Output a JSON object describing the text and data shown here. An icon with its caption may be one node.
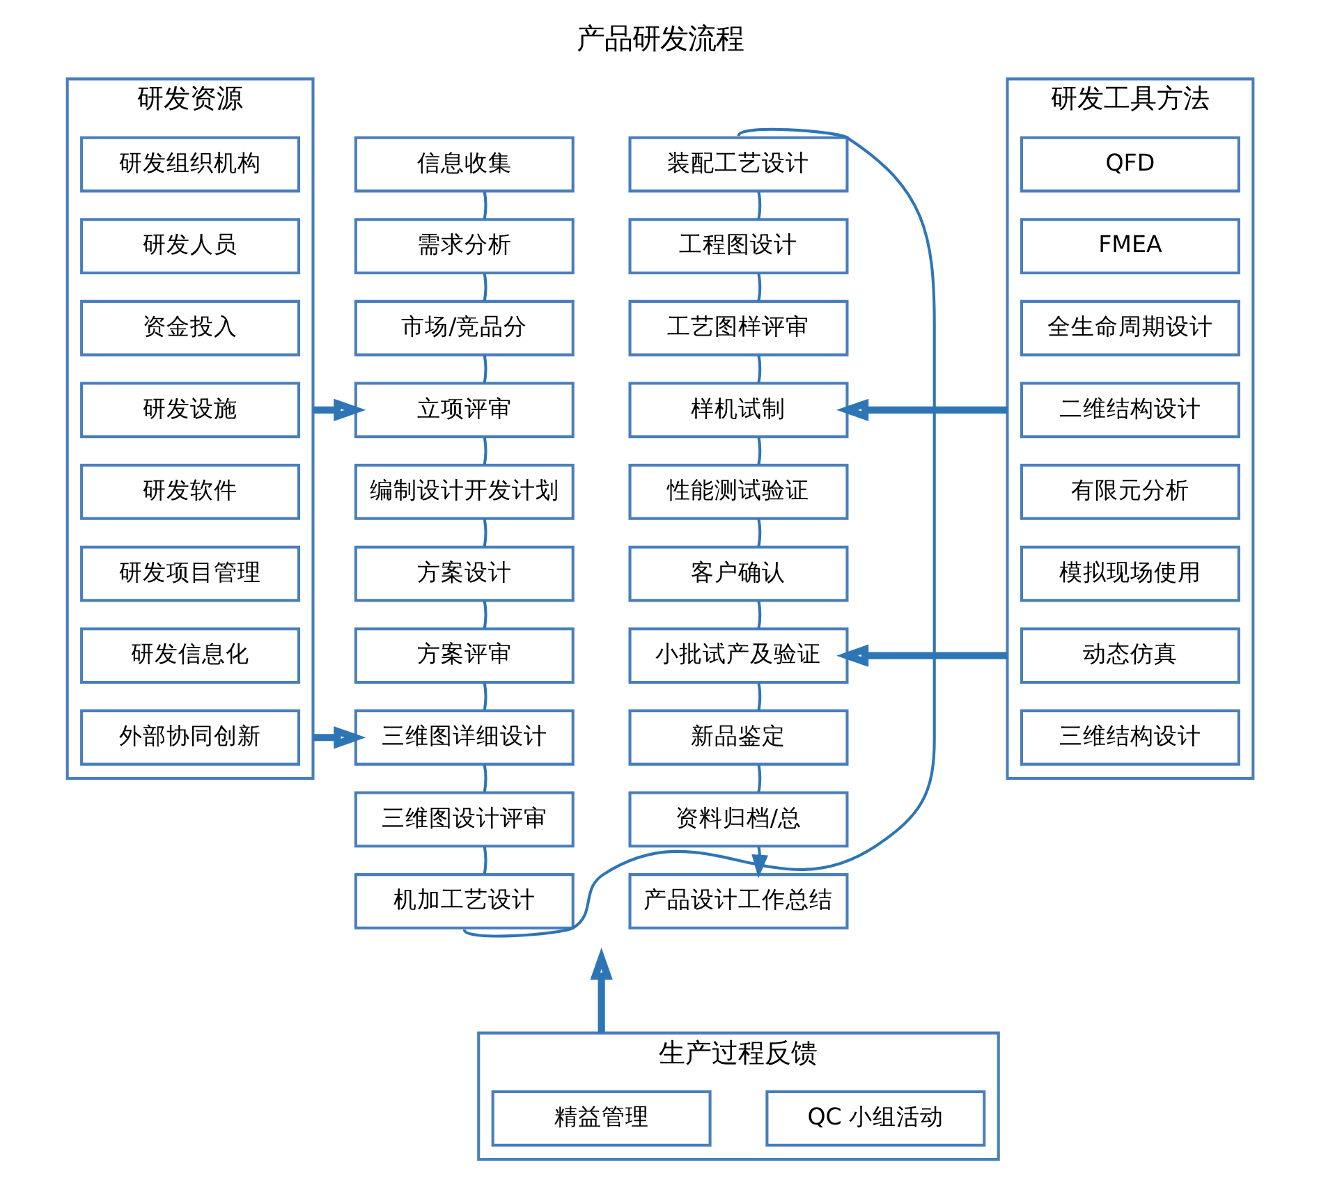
{
  "diagram": {
    "title": "产品研发流程",
    "nodes": [
      {
        "text": [
          "研发资源"
        ]
      },
      {
        "text": [
          "研发组织机构"
        ],
        "in": 0
      },
      {
        "text": [
          "研发人员"
        ],
        "in": 0
      },
      {
        "text": [
          "资金投入"
        ],
        "in": 0
      },
      {
        "text": [
          "研发设施"
        ],
        "in": 0
      },
      {
        "text": [
          "研发软件"
        ],
        "in": 0
      },
      {
        "text": [
          "研发项目管理"
        ],
        "in": 0
      },
      {
        "text": [
          "研发信息化"
        ],
        "in": 0
      },
      {
        "text": [
          "外部协同创新"
        ],
        "in": 0
      },
      {
        "text": [
          "信息收集"
        ]
      },
      {
        "text": [
          "需求分析"
        ]
      },
      {
        "text": [
          "市场/竞品分"
        ]
      },
      {
        "text": [
          "立项评审"
        ]
      },
      {
        "text": [
          "编制设计开发计划"
        ]
      },
      {
        "text": [
          "方案设计"
        ]
      },
      {
        "text": [
          "方案评审"
        ]
      },
      {
        "text": [
          "三维图详细设计"
        ]
      },
      {
        "text": [
          "三维图设计评审"
        ]
      },
      {
        "text": [
          "机加工艺设计"
        ]
      },
      {
        "text": [
          "装配工艺设计"
        ]
      },
      {
        "text": [
          "工程图设计"
        ]
      },
      {
        "text": [
          "工艺图样评审"
        ]
      },
      {
        "text": [
          "样机试制"
        ]
      },
      {
        "text": [
          "性能测试验证"
        ]
      },
      {
        "text": [
          "客户确认"
        ]
      },
      {
        "text": [
          "小批试产及验证"
        ]
      },
      {
        "text": [
          "新品鉴定"
        ]
      },
      {
        "text": [
          "资料归档/总"
        ]
      },
      {
        "text": [
          "产品设计工作总结"
        ]
      },
      {
        "text": [
          "研发工具方法"
        ]
      },
      {
        "text": [
          "QFD"
        ],
        "in": 29
      },
      {
        "text": [
          "FMEA"
        ],
        "in": 29
      },
      {
        "text": [
          "全生命周期设计"
        ],
        "in": 29
      },
      {
        "text": [
          "二维结构设计"
        ],
        "in": 29
      },
      {
        "text": [
          "有限元分析"
        ],
        "in": 29
      },
      {
        "text": [
          "模拟现场使用"
        ],
        "in": 29
      },
      {
        "text": [
          "动态仿真"
        ],
        "in": 29
      },
      {
        "text": [
          "三维结构设计"
        ],
        "in": 29
      },
      {
        "text": [
          "生产过程反馈"
        ]
      },
      {
        "text": [
          "精益管理"
        ],
        "in": 38
      },
      {
        "text": [
          "QC 小组活动"
        ],
        "in": 38
      }
    ],
    "edges": [
      {
        "from": 9,
        "to": 10,
        "arrow": "none"
      },
      {
        "from": 10,
        "to": 11,
        "arrow": "none"
      },
      {
        "from": 11,
        "to": 12,
        "arrow": "none"
      },
      {
        "from": 12,
        "to": 13,
        "arrow": "none"
      },
      {
        "from": 13,
        "to": 14,
        "arrow": "none"
      },
      {
        "from": 14,
        "to": 15,
        "arrow": "none"
      },
      {
        "from": 15,
        "to": 16,
        "arrow": "none"
      },
      {
        "from": 16,
        "to": 17,
        "arrow": "none"
      },
      {
        "from": 17,
        "to": 18,
        "arrow": "none"
      },
      {
        "from": 18,
        "to": 19,
        "arrow": "none"
      },
      {
        "from": 19,
        "to": 20,
        "arrow": "none"
      },
      {
        "from": 20,
        "to": 21,
        "arrow": "none"
      },
      {
        "from": 21,
        "to": 22,
        "arrow": "none"
      },
      {
        "from": 22,
        "to": 23,
        "arrow": "none"
      },
      {
        "from": 23,
        "to": 24,
        "arrow": "none"
      },
      {
        "from": 24,
        "to": 25,
        "arrow": "none"
      },
      {
        "from": 25,
        "to": 26,
        "arrow": "none"
      },
      {
        "from": 26,
        "to": 27,
        "arrow": "none"
      },
      {
        "from": 27,
        "to": 28,
        "arrow": "to"
      },
      {
        "from": 0,
        "to": 12,
        "arrow": "to",
        "style": "thick"
      },
      {
        "from": 0,
        "to": 16,
        "arrow": "to",
        "style": "thick"
      },
      {
        "from": 29,
        "to": 22,
        "arrow": "to",
        "style": "thick"
      },
      {
        "from": 29,
        "to": 25,
        "arrow": "to",
        "style": "thick"
      },
      {
        "from": 38,
        "to": null,
        "arrow": "to",
        "style": "thick"
      }
    ]
  }
}
